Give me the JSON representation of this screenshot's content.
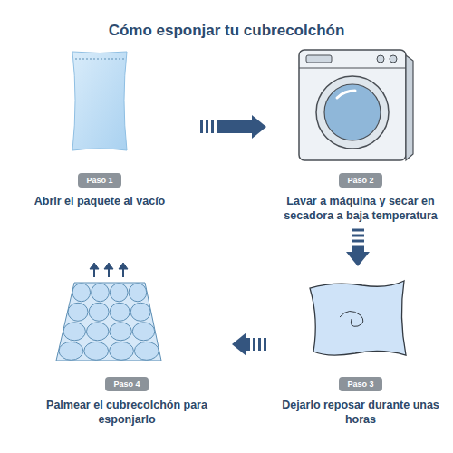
{
  "diagram": {
    "title": "Cómo esponjar tu cubrecolchón",
    "nodes": [
      {
        "text": [
          "Paso 1",
          "Abrir el paquete al vacío"
        ]
      },
      {
        "text": [
          "Paso 2",
          "Lavar a máquina y secar en secadora a baja temperatura"
        ]
      },
      {
        "text": [
          "Paso 3",
          "Dejarlo reposar durante unas horas"
        ]
      },
      {
        "text": [
          "Paso 4",
          "Palmear el cubrecolchón para esponjarlo"
        ]
      }
    ],
    "edges": [
      {
        "from": 0,
        "to": 1,
        "arrow": "to"
      },
      {
        "from": 1,
        "to": 2,
        "arrow": "to"
      },
      {
        "from": 2,
        "to": 3,
        "arrow": "to"
      }
    ]
  }
}
